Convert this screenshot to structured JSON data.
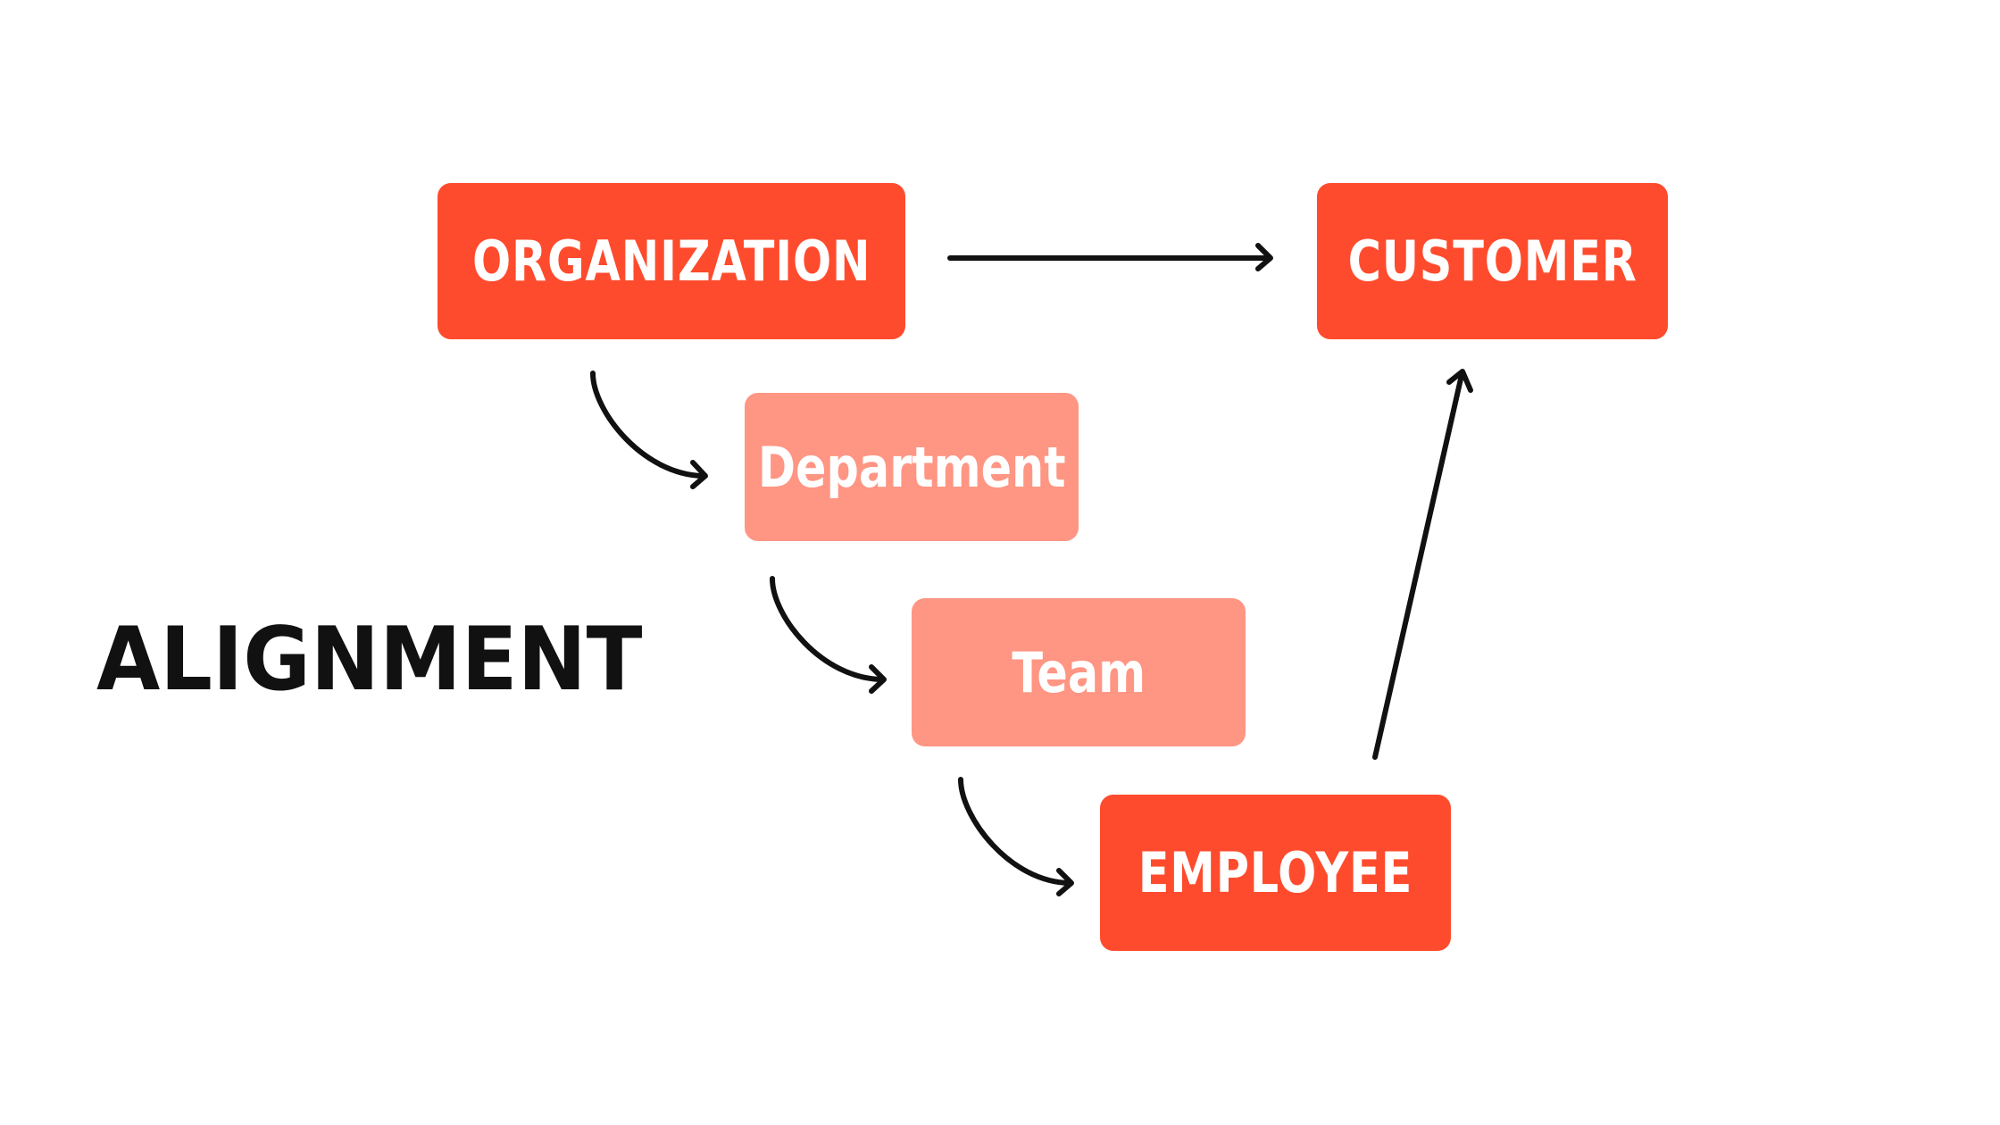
{
  "diagram": {
    "heading": "ALIGNMENT",
    "nodes": {
      "organization": "ORGANIZATION",
      "customer": "CUSTOMER",
      "department": "Department",
      "team": "Team",
      "employee": "EMPLOYEE"
    },
    "edges": [
      {
        "from": "organization",
        "to": "customer"
      },
      {
        "from": "organization",
        "to": "department"
      },
      {
        "from": "department",
        "to": "team"
      },
      {
        "from": "team",
        "to": "employee"
      },
      {
        "from": "employee",
        "to": "customer"
      }
    ],
    "colors": {
      "primary": "#ff4b2d",
      "secondary": "#ff9583",
      "text": "#ffffff",
      "heading": "#111111",
      "arrow": "#111111",
      "background": "#ffffff"
    }
  }
}
